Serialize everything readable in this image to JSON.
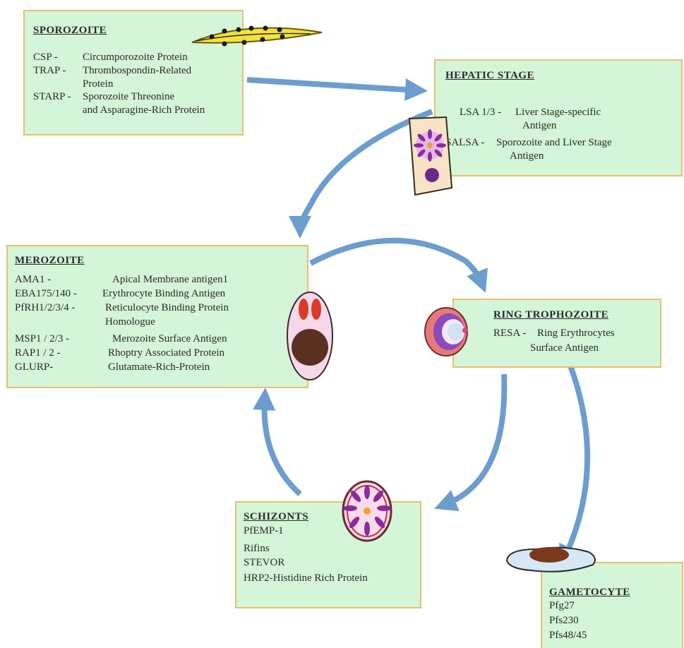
{
  "colors": {
    "box_fill": "#d4f5d8",
    "box_border": "#e8c070",
    "arrow": "#6c9dcf"
  },
  "sporozoite": {
    "title": "SPOROZOITE",
    "rows": [
      {
        "abbr": "CSP -",
        "desc": "Circumporozoite Protein"
      },
      {
        "abbr": "TRAP -",
        "desc": "Thrombospondin-Related"
      },
      {
        "abbr": "",
        "desc": "Protein"
      },
      {
        "abbr": "STARP -",
        "desc": "Sporozoite Threonine"
      },
      {
        "abbr": "",
        "desc": "and Asparagine-Rich Protein"
      }
    ]
  },
  "hepatic": {
    "title": "HEPATIC STAGE",
    "rows": [
      {
        "abbr": "LSA 1/3 -",
        "desc": "Liver Stage-specific"
      },
      {
        "abbr": "",
        "desc": "Antigen"
      },
      {
        "abbr": "SALSA -",
        "desc": "Sporozoite and Liver Stage"
      },
      {
        "abbr": "",
        "desc": "Antigen"
      }
    ]
  },
  "merozoite": {
    "title": "MEROZOITE",
    "rows": [
      {
        "abbr": "AMA1 -",
        "desc": "Apical Membrane antigen1"
      },
      {
        "abbr": "EBA175/140 -",
        "desc": "Erythrocyte Binding Antigen"
      },
      {
        "abbr": "PfRH1/2/3/4 -",
        "desc": "Reticulocyte Binding Protein"
      },
      {
        "abbr": "",
        "desc": "Homologue"
      },
      {
        "abbr": "MSP1 / 2/3 -",
        "desc": "Merozoite Surface Antigen"
      },
      {
        "abbr": "RAP1 / 2 -",
        "desc": "Rhoptry Associated Protein"
      },
      {
        "abbr": "GLURP-",
        "desc": "Glutamate-Rich-Protein"
      }
    ]
  },
  "ring": {
    "title": "RING TROPHOZOITE",
    "rows": [
      {
        "abbr": "RESA -",
        "desc": "Ring Erythrocytes"
      },
      {
        "abbr": "",
        "desc": "Surface Antigen"
      }
    ]
  },
  "schizonts": {
    "title": "SCHIZONTS",
    "rows": [
      "PfEMP-1",
      "Rifins",
      "STEVOR",
      "HRP2-Histidine Rich Protein"
    ]
  },
  "gametocyte": {
    "title": "GAMETOCYTE",
    "rows": [
      "Pfg27",
      "Pfs230",
      "Pfs48/45"
    ]
  }
}
